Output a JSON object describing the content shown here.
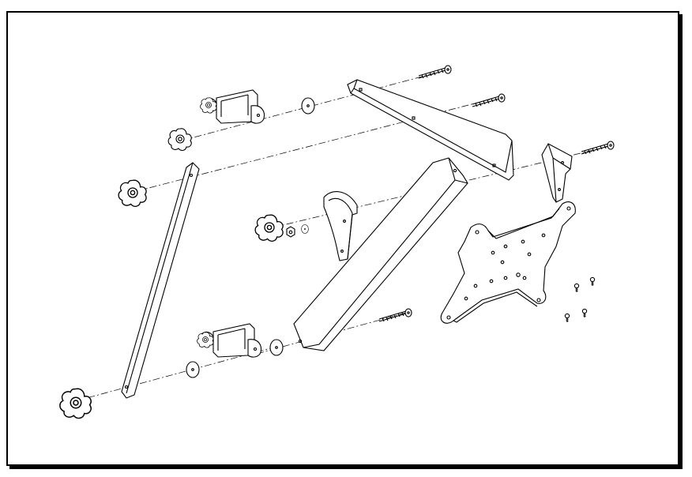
{
  "figure": {
    "kind": "exploded assembly drawing",
    "line_color": "#000000",
    "background": "#ffffff",
    "parts": [
      {
        "name": "frame-border"
      },
      {
        "name": "upper-arm-bar"
      },
      {
        "name": "lower-arm-bar"
      },
      {
        "name": "vertical-arm-bar"
      },
      {
        "name": "desk-clamp-upper"
      },
      {
        "name": "desk-clamp-lower"
      },
      {
        "name": "star-knob"
      },
      {
        "name": "washer"
      },
      {
        "name": "wood-screw"
      },
      {
        "name": "angle-bracket"
      },
      {
        "name": "vesa-mount-plate"
      },
      {
        "name": "small-screws"
      }
    ]
  }
}
